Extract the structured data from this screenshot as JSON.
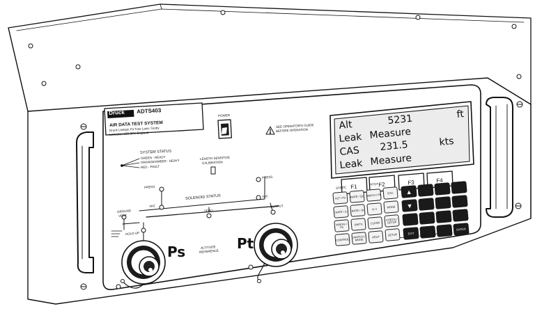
{
  "brand": {
    "logo_text": "Druck",
    "model": "ADTS403"
  },
  "product": {
    "title": "AIR DATA TEST SYSTEM",
    "address_line1": "Druck Limited, Fir Tree Lane, Groby",
    "address_line2": "Leicester, LE6 0FH England"
  },
  "power_label": "POWER",
  "warning_text": [
    "SEE OPERATOR'S GUIDE",
    "BEFORE OPERATION"
  ],
  "system_status": {
    "heading": "SYSTEM STATUS",
    "lines": [
      "GREEN - READY",
      "ORANGE/AMBER - HEAVY",
      "RED - FAULT"
    ]
  },
  "length_label": [
    "LENGTH SENSITIVE",
    "CALIBRATION"
  ],
  "lcd": {
    "rows": [
      {
        "label": "Alt",
        "value": "5231",
        "unit": "ft"
      },
      {
        "label": "Leak",
        "value": "Measure",
        "unit": ""
      },
      {
        "label": "CAS",
        "value": "231.5",
        "unit": "kts"
      },
      {
        "label": "Leak",
        "value": "Measure",
        "unit": ""
      }
    ]
  },
  "function_keys": [
    "F1",
    "F2",
    "F3",
    "F4"
  ],
  "solenoid": {
    "title": "SOLENOID STATUS",
    "press_left": "PRESS",
    "vac_left": "VAC",
    "press_right": "PRESS",
    "vac_right": "VAC",
    "zero": "ZERO",
    "output": "OUTPUT",
    "ground_vent": [
      "GROUND",
      "VENT"
    ],
    "hold_up": "HOLD UP"
  },
  "ports": {
    "ps": "Ps",
    "pt": "Pt",
    "altitude_reference": [
      "ALTITUDE",
      "REFERENCE"
    ]
  },
  "keypad": {
    "group_static": "STATIC",
    "group_pitot": "PITOT",
    "keys": [
      [
        "ALT / Ps",
        "RATE / Qc",
        "MACH / Pt",
        "ESC"
      ],
      [
        "RATE / Δ",
        "RATE / Δt",
        "Δ / t",
        "MODE"
      ],
      [
        "PRESS / Ps",
        "UNITS",
        "CLEAR",
        "CHECK / SETUP"
      ],
      [
        "CONTROL",
        "SWITCH / MODE",
        "HELP",
        "SETUP"
      ]
    ],
    "extra_keys": [
      "ENTER",
      "EXIT"
    ],
    "zero_caption": "ZERO"
  }
}
